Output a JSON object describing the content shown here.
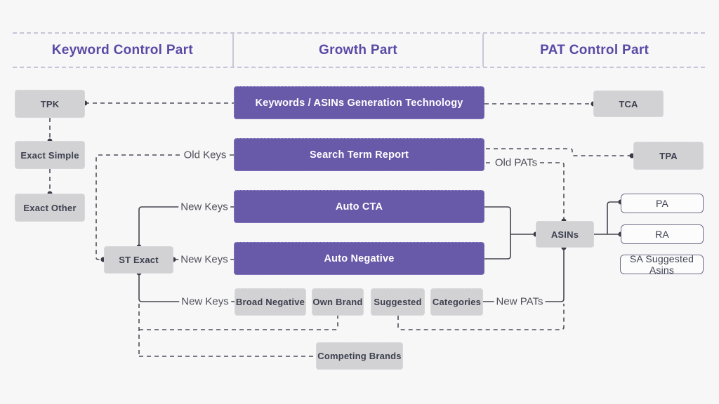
{
  "header": {
    "columns": [
      {
        "label": "Keyword Control Part"
      },
      {
        "label": "Growth Part"
      },
      {
        "label": "PAT Control Part"
      }
    ]
  },
  "nodes": {
    "tpk": "TPK",
    "exact_simple": "Exact Simple",
    "exact_other": "Exact Other",
    "st_exact": "ST Exact",
    "keywords_asins": "Keywords / ASINs Generation Technology",
    "search_term_report": "Search Term Report",
    "auto_cta": "Auto CTA",
    "auto_negative": "Auto Negative",
    "broad_negative": "Broad Negative",
    "own_brand": "Own Brand",
    "suggested": "Suggested",
    "categories": "Categories",
    "competing_brands": "Competing Brands",
    "asins": "ASINs",
    "tca": "TCA",
    "tpa": "TPA",
    "pa": "PA",
    "ra": "RA",
    "sa_suggested_asins": "SA Suggested Asins"
  },
  "edge_labels": {
    "old_keys": "Old Keys",
    "new_keys_cta": "New Keys",
    "new_keys_negative": "New Keys",
    "new_keys_broad": "New Keys",
    "old_pats": "Old PATs",
    "new_pats": "New PATs"
  },
  "colors": {
    "accent_purple": "#6859a9",
    "header_text_purple": "#5a49a5",
    "node_gray": "#d2d2d4",
    "line_dark": "#4b4b56",
    "background": "#f7f7f8"
  }
}
